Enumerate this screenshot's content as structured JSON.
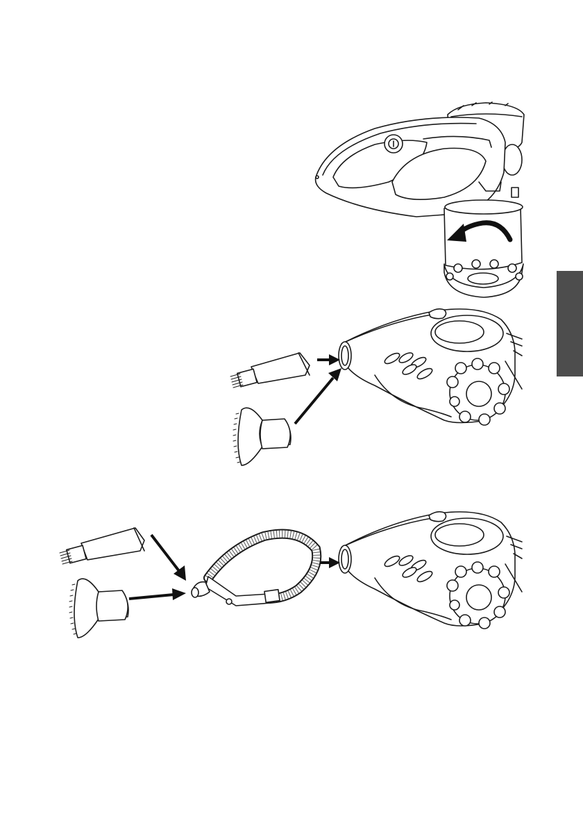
{
  "page": {
    "background": "#ffffff",
    "line_color": "#1a1a1a",
    "side_tab_color": "#4d4d4d"
  },
  "figures": [
    {
      "id": "detach-cyclone",
      "icons": [
        "vacuum-handle-icon",
        "rotate-arrow-icon",
        "cyclone-container-icon"
      ]
    },
    {
      "id": "attach-nozzle-direct",
      "icons": [
        "vacuum-body-icon",
        "brush-nozzle-icon",
        "upholstery-nozzle-icon",
        "insert-arrow-icon"
      ]
    },
    {
      "id": "attach-nozzle-hose",
      "icons": [
        "vacuum-body-icon",
        "brush-nozzle-icon",
        "upholstery-nozzle-icon",
        "flexible-hose-icon",
        "insert-arrow-icon"
      ]
    }
  ]
}
